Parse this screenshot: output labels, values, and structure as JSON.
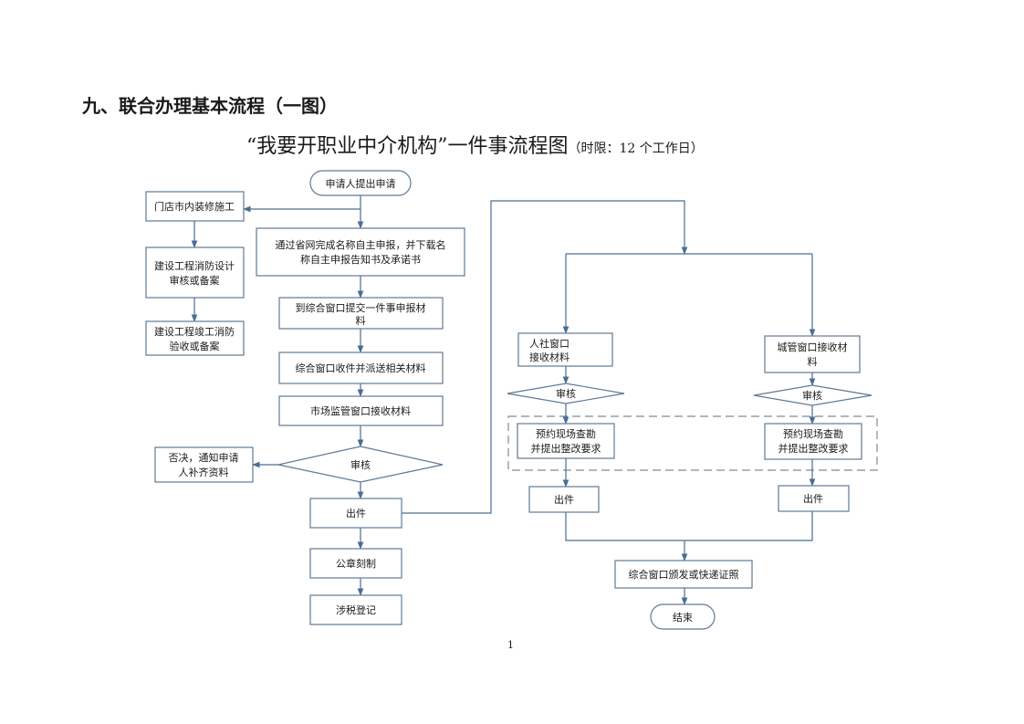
{
  "heading": "九、联合办理基本流程（一图）",
  "title": {
    "main": "“我要开职业中介机构”一件事流程图",
    "limit": "（时限：12 个工作日）"
  },
  "nodes": {
    "start": [
      "申请人提出申请"
    ],
    "shop_decoration": [
      "门店市内装修施工"
    ],
    "fire_design": [
      "建设工程消防设计",
      "审核或备案"
    ],
    "fire_acceptance": [
      "建设工程竣工消防",
      "验收或备案"
    ],
    "name_report": [
      "通过省网完成名称自主申报，并下载名",
      "称自主申报告知书及承诺书"
    ],
    "submit_materials": [
      "到综合窗口提交一件事申报材",
      "料"
    ],
    "dispatch": [
      "综合窗口收件并派送相关材料"
    ],
    "market_receive": [
      "市场监管窗口接收材料"
    ],
    "market_review": [
      "审核"
    ],
    "reject_notice": [
      "否决，通知申请",
      "人补齐资料"
    ],
    "issue_left": [
      "出件"
    ],
    "seal": [
      "公章刻制"
    ],
    "tax": [
      "涉税登记"
    ],
    "hr_receive": [
      "人社窗口",
      "接收材料"
    ],
    "city_receive": [
      "城管窗口接收材",
      "料"
    ],
    "hr_review": [
      "审核"
    ],
    "city_review": [
      "审核"
    ],
    "hr_inspect": [
      "预约现场查勘",
      "并提出整改要求"
    ],
    "city_inspect": [
      "预约现场查勘",
      "并提出整改要求"
    ],
    "hr_issue": [
      "出件"
    ],
    "city_issue": [
      "出件"
    ],
    "deliver": [
      "综合窗口颁发或快递证照"
    ],
    "end": [
      "结束"
    ]
  },
  "page_number": "1"
}
